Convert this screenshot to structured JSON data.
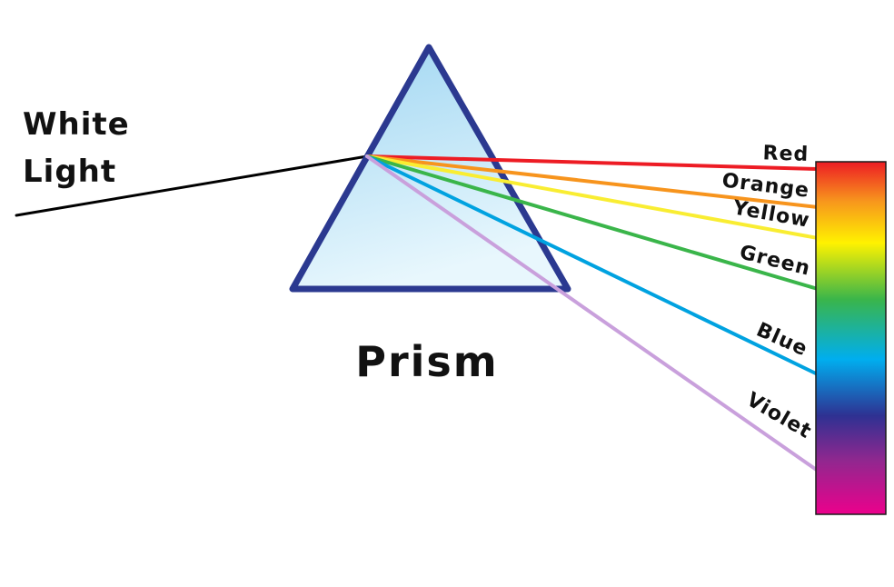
{
  "diagram": {
    "white_light": {
      "line1": "White",
      "line2": "Light",
      "ray_color": "#000000"
    },
    "prism": {
      "label": "Prism",
      "stroke": "#2b3990",
      "fill_top": "#9fd6f2",
      "fill_bottom": "#e8f7fd"
    },
    "rays": {
      "red": {
        "label": "Red",
        "color": "#ed1c24"
      },
      "orange": {
        "label": "Orange",
        "color": "#f7941d"
      },
      "yellow": {
        "label": "Yellow",
        "color": "#f9ed32"
      },
      "green": {
        "label": "Green",
        "color": "#3ab54a"
      },
      "blue": {
        "label": "Blue",
        "color": "#00a2e0"
      },
      "violet": {
        "label": "Violet",
        "color": "#c9a0dc"
      }
    },
    "spectrum_bar": {
      "border": "#1a1a1a",
      "gradient": [
        "#ed1c24",
        "#f7941d",
        "#fff200",
        "#3ab54a",
        "#00aeef",
        "#2e3192",
        "#92278f",
        "#ec008c"
      ]
    }
  }
}
